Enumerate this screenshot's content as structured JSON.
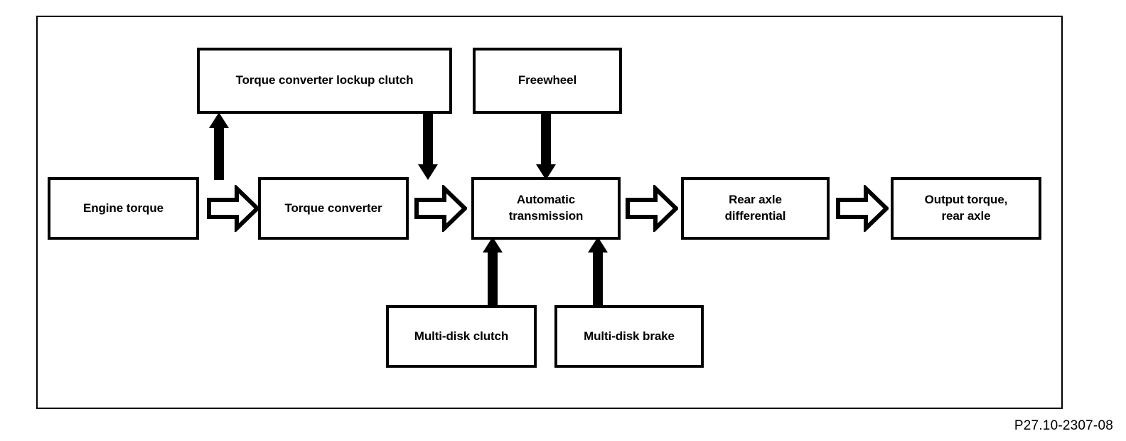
{
  "diagram": {
    "caption": "P27.10-2307-08",
    "colors": {
      "stroke": "#000000",
      "fill": "#ffffff",
      "background": "#ffffff"
    },
    "nodes": {
      "lockup_clutch": "Torque converter lockup clutch",
      "freewheel": "Freewheel",
      "engine_torque": "Engine torque",
      "torque_converter": "Torque converter",
      "automatic_transmission": "Automatic\ntransmission",
      "rear_axle_differential": "Rear axle\ndifferential",
      "output_torque": "Output torque,\nrear axle",
      "multi_disk_clutch": "Multi-disk clutch",
      "multi_disk_brake": "Multi-disk brake"
    },
    "connections": [
      {
        "name": "engine-torque-to-torque-converter",
        "from": "Engine torque",
        "to": "Torque converter",
        "style": "hollow-block-arrow",
        "direction": "right"
      },
      {
        "name": "torque-converter-to-automatic-transmission",
        "from": "Torque converter",
        "to": "Automatic transmission",
        "style": "hollow-block-arrow",
        "direction": "right"
      },
      {
        "name": "automatic-transmission-to-rear-axle-differential",
        "from": "Automatic transmission",
        "to": "Rear axle differential",
        "style": "hollow-block-arrow",
        "direction": "right"
      },
      {
        "name": "rear-axle-differential-to-output-torque",
        "from": "Rear axle differential",
        "to": "Output torque, rear axle",
        "style": "hollow-block-arrow",
        "direction": "right"
      },
      {
        "name": "torque-converter-to-lockup-clutch",
        "from": "Torque converter",
        "to": "Torque converter lockup clutch",
        "style": "solid-arrow",
        "direction": "up"
      },
      {
        "name": "lockup-clutch-to-automatic-transmission",
        "from": "Torque converter lockup clutch",
        "to": "Automatic transmission",
        "style": "solid-arrow",
        "direction": "down"
      },
      {
        "name": "freewheel-to-automatic-transmission",
        "from": "Freewheel",
        "to": "Automatic transmission",
        "style": "solid-arrow",
        "direction": "down"
      },
      {
        "name": "multi-disk-clutch-to-automatic-transmission",
        "from": "Multi-disk clutch",
        "to": "Automatic transmission",
        "style": "solid-arrow",
        "direction": "up"
      },
      {
        "name": "multi-disk-brake-to-automatic-transmission",
        "from": "Multi-disk brake",
        "to": "Automatic transmission",
        "style": "solid-arrow",
        "direction": "up"
      }
    ]
  }
}
